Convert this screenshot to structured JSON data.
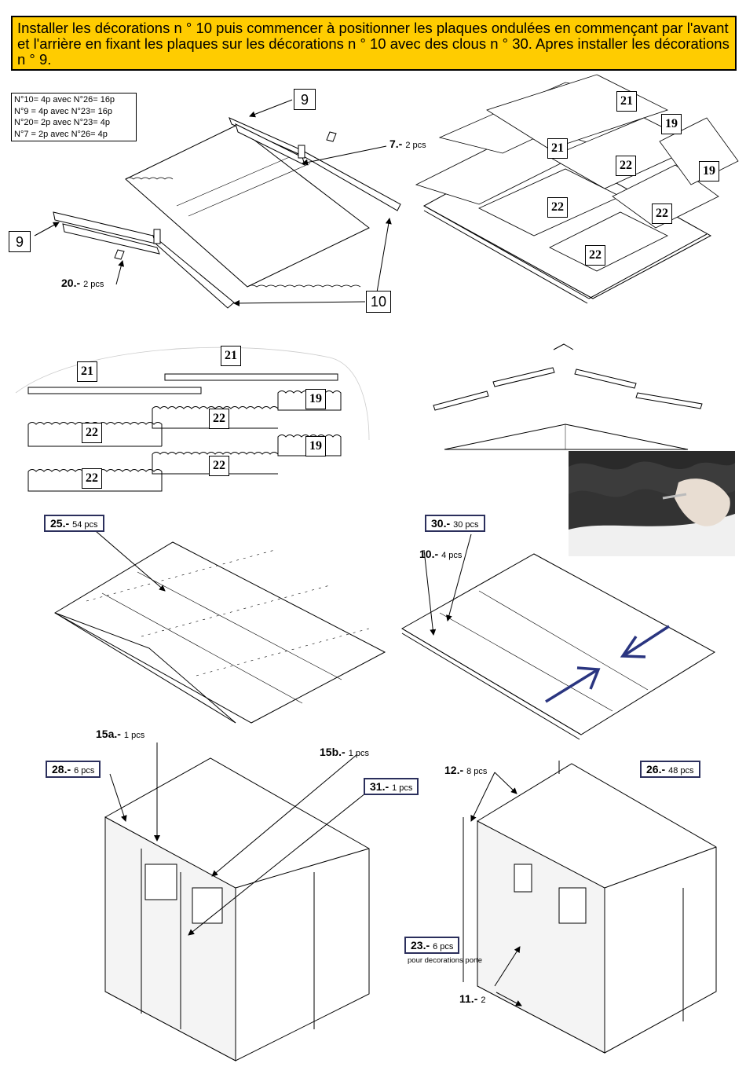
{
  "banner": {
    "text": "Installer les décorations n ° 10 puis commencer à positionner les plaques ondulées en commençant par l'avant et l'arrière en fixant les plaques sur les décorations n ° 10 avec des clous n ° 30. Apres installer les décorations n ° 9."
  },
  "legend": {
    "rows": [
      "N°10= 4p avec N°26= 16p",
      "N°9  = 4p avec N°23= 16p",
      "N°20= 2p avec N°23= 4p",
      "N°7  = 2p avec N°26= 4p"
    ]
  },
  "callouts": {
    "nine_a": "9",
    "nine_b": "9",
    "ten": "10",
    "part7": {
      "num": "7.-",
      "qty": "2 pcs"
    },
    "part20": {
      "num": "20.-",
      "qty": "2 pcs"
    }
  },
  "roof_panels": {
    "p21a": "21",
    "p19a": "19",
    "p21b": "21",
    "p22a": "22",
    "p19b": "19",
    "p22b": "22",
    "p22c": "22",
    "p22d": "22"
  },
  "layout_panels": {
    "r21a": "21",
    "r21b": "21",
    "r19a": "19",
    "r22a": "22",
    "r22b": "22",
    "r19b": "19",
    "r22c": "22",
    "r22d": "22"
  },
  "parts": {
    "p25": {
      "num": "25.-",
      "qty": "54 pcs"
    },
    "p30": {
      "num": "30.-",
      "qty": "30 pcs"
    },
    "p10": {
      "num": "10.-",
      "qty": "4 pcs"
    },
    "p15a": {
      "num": "15a.-",
      "qty": "1 pcs"
    },
    "p15b": {
      "num": "15b.-",
      "qty": "1 pcs"
    },
    "p28": {
      "num": "28.-",
      "qty": "6 pcs"
    },
    "p31": {
      "num": "31.-",
      "qty": "1 pcs"
    },
    "p12": {
      "num": "12.-",
      "qty": "8 pcs"
    },
    "p26": {
      "num": "26.-",
      "qty": "48 pcs"
    },
    "p23": {
      "num": "23.-",
      "qty": "6 pcs",
      "note": "pour decorations porte"
    },
    "p11": {
      "num": "11.-",
      "qty": "2"
    }
  },
  "colors": {
    "banner": "#ffcc00",
    "part_box": "#2b2f5c",
    "arrow_blue": "#2a3580"
  }
}
